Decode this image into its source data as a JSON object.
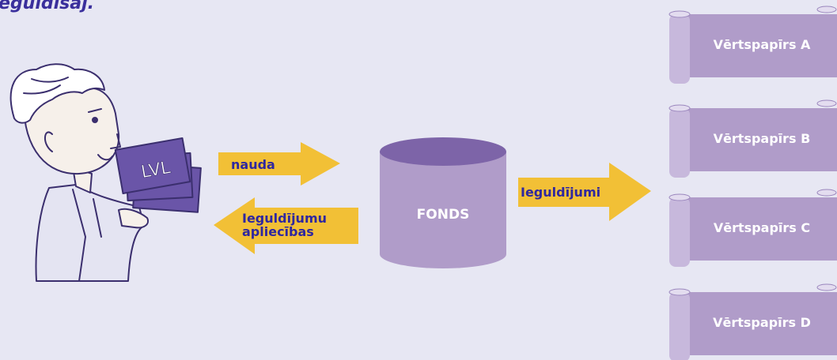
{
  "title": "eguldīšaj.",
  "person": {
    "banknote_text": "LVL"
  },
  "arrows": {
    "money": "nauda",
    "certificates_line1": "Ieguldījumu",
    "certificates_line2": "apliecības",
    "investments": "Ieguldījumi"
  },
  "fund": {
    "label": "FONDS"
  },
  "securities": [
    {
      "label": "Vērtspapīrs A"
    },
    {
      "label": "Vērtspapīrs B"
    },
    {
      "label": "Vērtspapīrs C"
    },
    {
      "label": "Vērtspapīrs D"
    }
  ],
  "colors": {
    "background": "#e7e7f3",
    "arrow": "#f2c036",
    "label_text": "#2f27a0",
    "cylinder_body": "#b09cc9",
    "cylinder_top": "#7d64a8",
    "scroll": "#b09cc9",
    "banknote": "#6a55a8"
  }
}
